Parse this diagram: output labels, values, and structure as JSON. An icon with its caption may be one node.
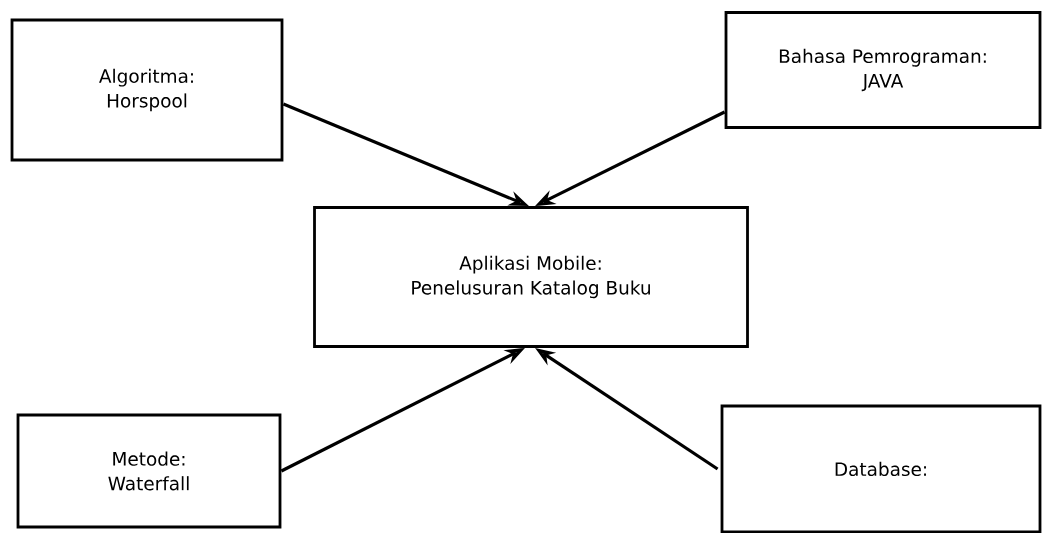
{
  "diagram": {
    "nodes": [
      {
        "text": [
          "Algoritma:",
          "Horspool"
        ]
      },
      {
        "text": [
          "Bahasa Pemrograman:",
          "JAVA"
        ]
      },
      {
        "text": [
          "Aplikasi Mobile:",
          "Penelusuran Katalog Buku"
        ]
      },
      {
        "text": [
          "Metode:",
          "Waterfall"
        ]
      },
      {
        "text": [
          "Database:"
        ]
      }
    ],
    "edges": [
      {
        "from": 0,
        "to": 2,
        "arrow": "to"
      },
      {
        "from": 1,
        "to": 2,
        "arrow": "to"
      },
      {
        "from": 3,
        "to": 2,
        "arrow": "to"
      },
      {
        "from": 4,
        "to": 2,
        "arrow": "to"
      }
    ]
  }
}
